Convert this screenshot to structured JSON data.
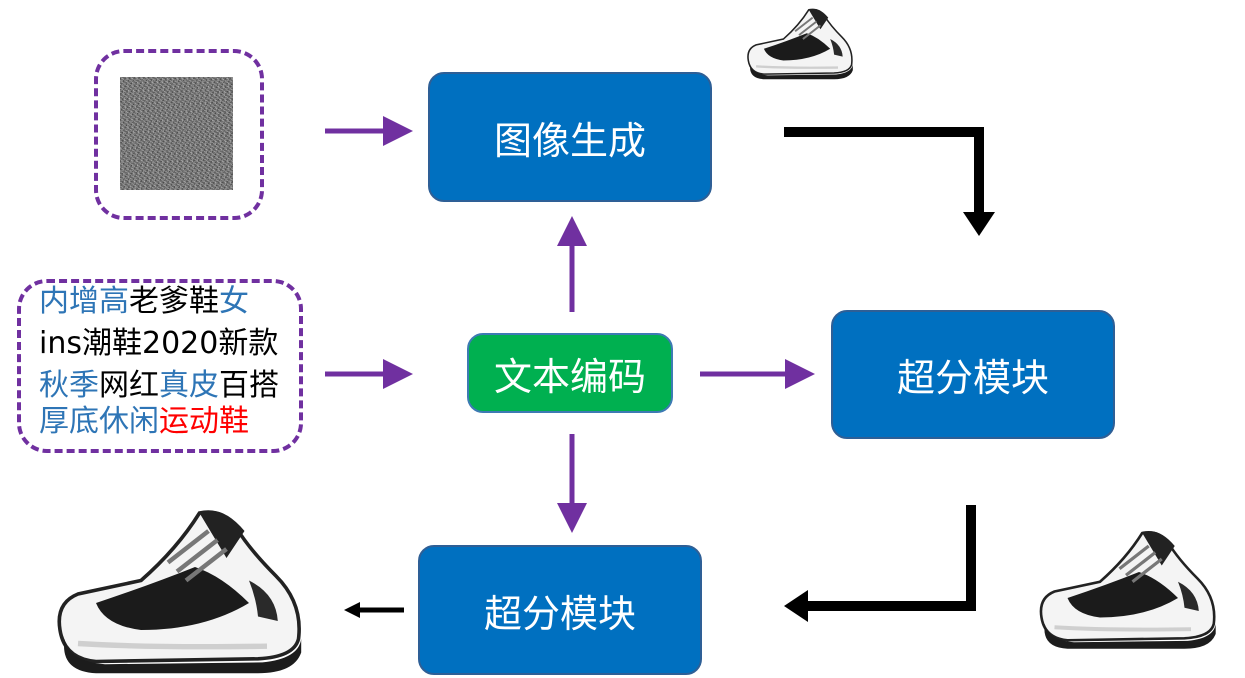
{
  "colors": {
    "box_blue": "#0070c0",
    "box_green": "#00b050",
    "purple": "#7030a0",
    "text_blue": "#2e75b6",
    "text_red": "#ff0000",
    "text_black": "#000000"
  },
  "nodes": {
    "image_gen": "图像生成",
    "text_encode": "文本编码",
    "super_res_right": "超分模块",
    "super_res_bottom": "超分模块"
  },
  "prompt": {
    "lines": [
      [
        {
          "text": "内增高",
          "color": "blue"
        },
        {
          "text": "老爹鞋",
          "color": "black"
        },
        {
          "text": "女",
          "color": "blue"
        }
      ],
      [
        {
          "text": "ins潮鞋2020新款",
          "color": "black"
        }
      ],
      [
        {
          "text": "秋季",
          "color": "blue"
        },
        {
          "text": "网红",
          "color": "black"
        },
        {
          "text": "真皮",
          "color": "blue"
        },
        {
          "text": "百搭",
          "color": "black"
        }
      ],
      [
        {
          "text": "厚底休闲",
          "color": "blue"
        },
        {
          "text": "运动鞋",
          "color": "red"
        }
      ]
    ]
  },
  "images": {
    "noise_input": "random-noise-image",
    "shoe_small": "sneaker-image-small",
    "shoe_medium": "sneaker-image-medium",
    "shoe_large": "sneaker-image-large"
  }
}
